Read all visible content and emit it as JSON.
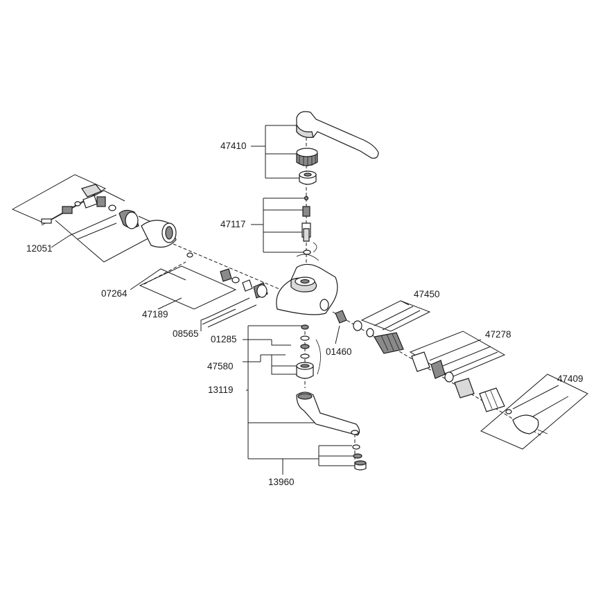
{
  "labels": {
    "p47410": "47410",
    "p47117": "47117",
    "p12051": "12051",
    "p07264": "07264",
    "p47189": "47189",
    "p08565": "08565",
    "p01285": "01285",
    "p47580": "47580",
    "p13119": "13119",
    "p13960": "13960",
    "p01460": "01460",
    "p47450": "47450",
    "p47278": "47278",
    "p47409": "47409"
  }
}
